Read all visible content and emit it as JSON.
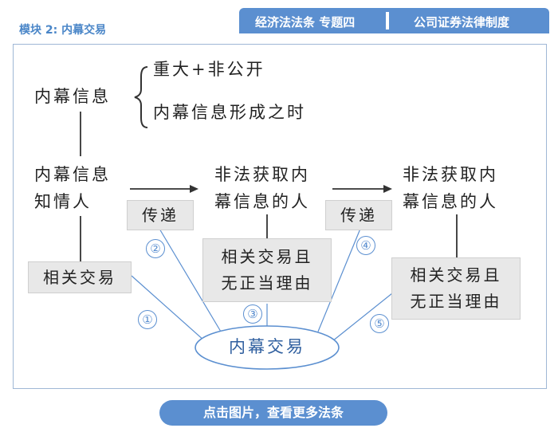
{
  "header": {
    "module_label": "模块 2: 内幕交易",
    "banner_left": "经济法法条 专题四",
    "banner_right": "公司证券法律制度"
  },
  "diagram": {
    "inside_info": "内幕信息",
    "brace_item_1": "重大+非公开",
    "brace_item_2": "内幕信息形成之时",
    "insider_line1": "内幕信息",
    "insider_line2": "知情人",
    "illegal_a_line1": "非法获取内",
    "illegal_a_line2": "幕信息的人",
    "illegal_b_line1": "非法获取内",
    "illegal_b_line2": "幕信息的人",
    "pass_on_1": "传递",
    "pass_on_2": "传递",
    "related_trade": "相关交易",
    "related_unjust_a_line1": "相关交易且",
    "related_unjust_a_line2": "无正当理由",
    "related_unjust_b_line1": "相关交易且",
    "related_unjust_b_line2": "无正当理由",
    "center_label": "内幕交易",
    "circled_numbers": [
      "①",
      "②",
      "③",
      "④",
      "⑤"
    ]
  },
  "footer": {
    "cta_label": "点击图片，查看更多法条"
  },
  "colors": {
    "accent": "#5b8fd0",
    "box_fill": "#e8e8e8"
  }
}
